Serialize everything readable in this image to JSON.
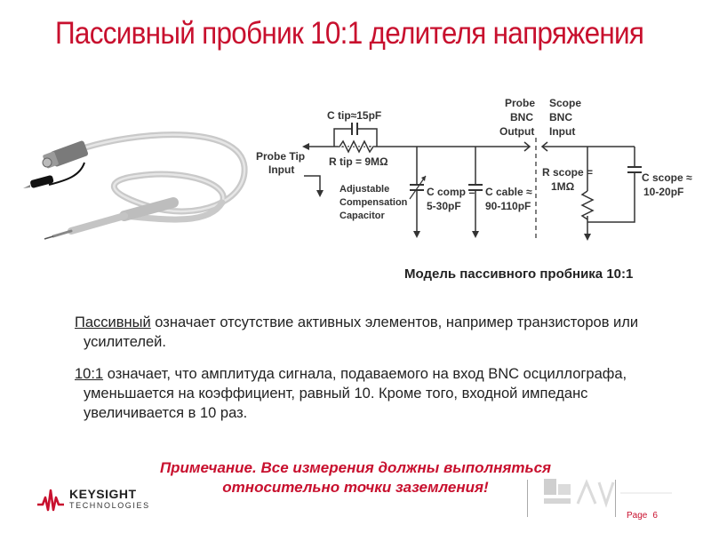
{
  "slide": {
    "title": "Пассивный пробник 10:1 делителя напряжения"
  },
  "schematic": {
    "c_tip": "C tip≈15pF",
    "r_tip": "R tip = 9MΩ",
    "probe_tip_input": [
      "Probe Tip",
      "Input"
    ],
    "adjustable_capacitor": [
      "Adjustable",
      "Compensation",
      "Capacitor"
    ],
    "c_comp": [
      "C comp =",
      "5-30pF"
    ],
    "c_cable": [
      "C cable ≈",
      "90-110pF"
    ],
    "probe_bnc_output": [
      "Probe",
      "BNC",
      "Output"
    ],
    "scope_bnc_input": [
      "Scope",
      "BNC",
      "Input"
    ],
    "r_scope": [
      "R scope =",
      "1MΩ"
    ],
    "c_scope": [
      "C scope ≈",
      "10-20pF"
    ]
  },
  "caption": "Модель пассивного пробника 10:1",
  "paragraphs": [
    {
      "term": "Пассивный",
      "text": " означает отсутствие активных элементов, например транзисторов или усилителей."
    },
    {
      "term": "10:1",
      "text": " означает, что амплитуда сигнала, подаваемого на вход BNC осциллографа, уменьшается на коэффициент, равный 10. Кроме того, входной импеданс увеличивается в 10 раз."
    }
  ],
  "note": "Примечание. Все измерения должны выполняться относительно точки заземления!",
  "footer": {
    "brand": "KEYSIGHT",
    "brand_sub": "TECHNOLOGIES",
    "page_label": "Page",
    "page_number": "6"
  },
  "colors": {
    "accent": "#c8102e",
    "text": "#222222",
    "probe_cable": "#c8c8c8"
  }
}
